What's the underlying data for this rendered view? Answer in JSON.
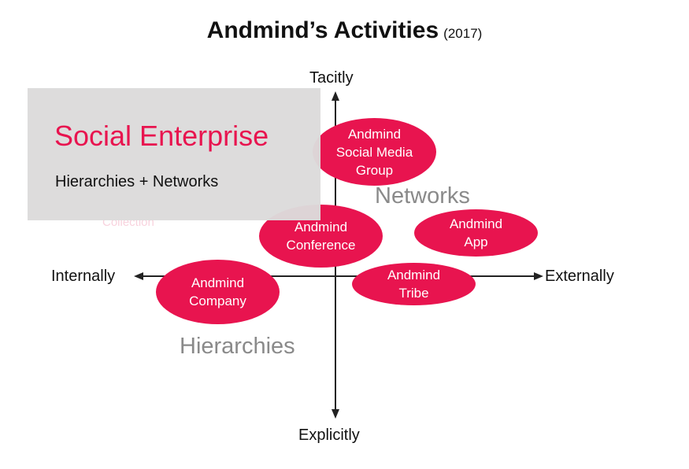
{
  "header": {
    "title": "Andmind’s Activities",
    "year": "(2017)"
  },
  "axes": {
    "top": "Tacitly",
    "bottom": "Explicitly",
    "left": "Internally",
    "right": "Externally"
  },
  "zones": {
    "networks": "Networks",
    "hierarchies": "Hierarchies"
  },
  "bubbles": [
    {
      "label": "Andmind\nSocial Media\nGroup"
    },
    {
      "label": "Andmind\nConference"
    },
    {
      "label": "Andmind\nApp"
    },
    {
      "label": "Andmind\nCompany"
    },
    {
      "label": "Andmind\nTribe"
    }
  ],
  "ghost_text": "Collection",
  "callout": {
    "title": "Social Enterprise",
    "subtitle": "Hierarchies + Networks"
  },
  "colors": {
    "accent": "#e8144f",
    "callout_bg": "#dcdbdb",
    "zone_text": "#8a8a8a"
  }
}
